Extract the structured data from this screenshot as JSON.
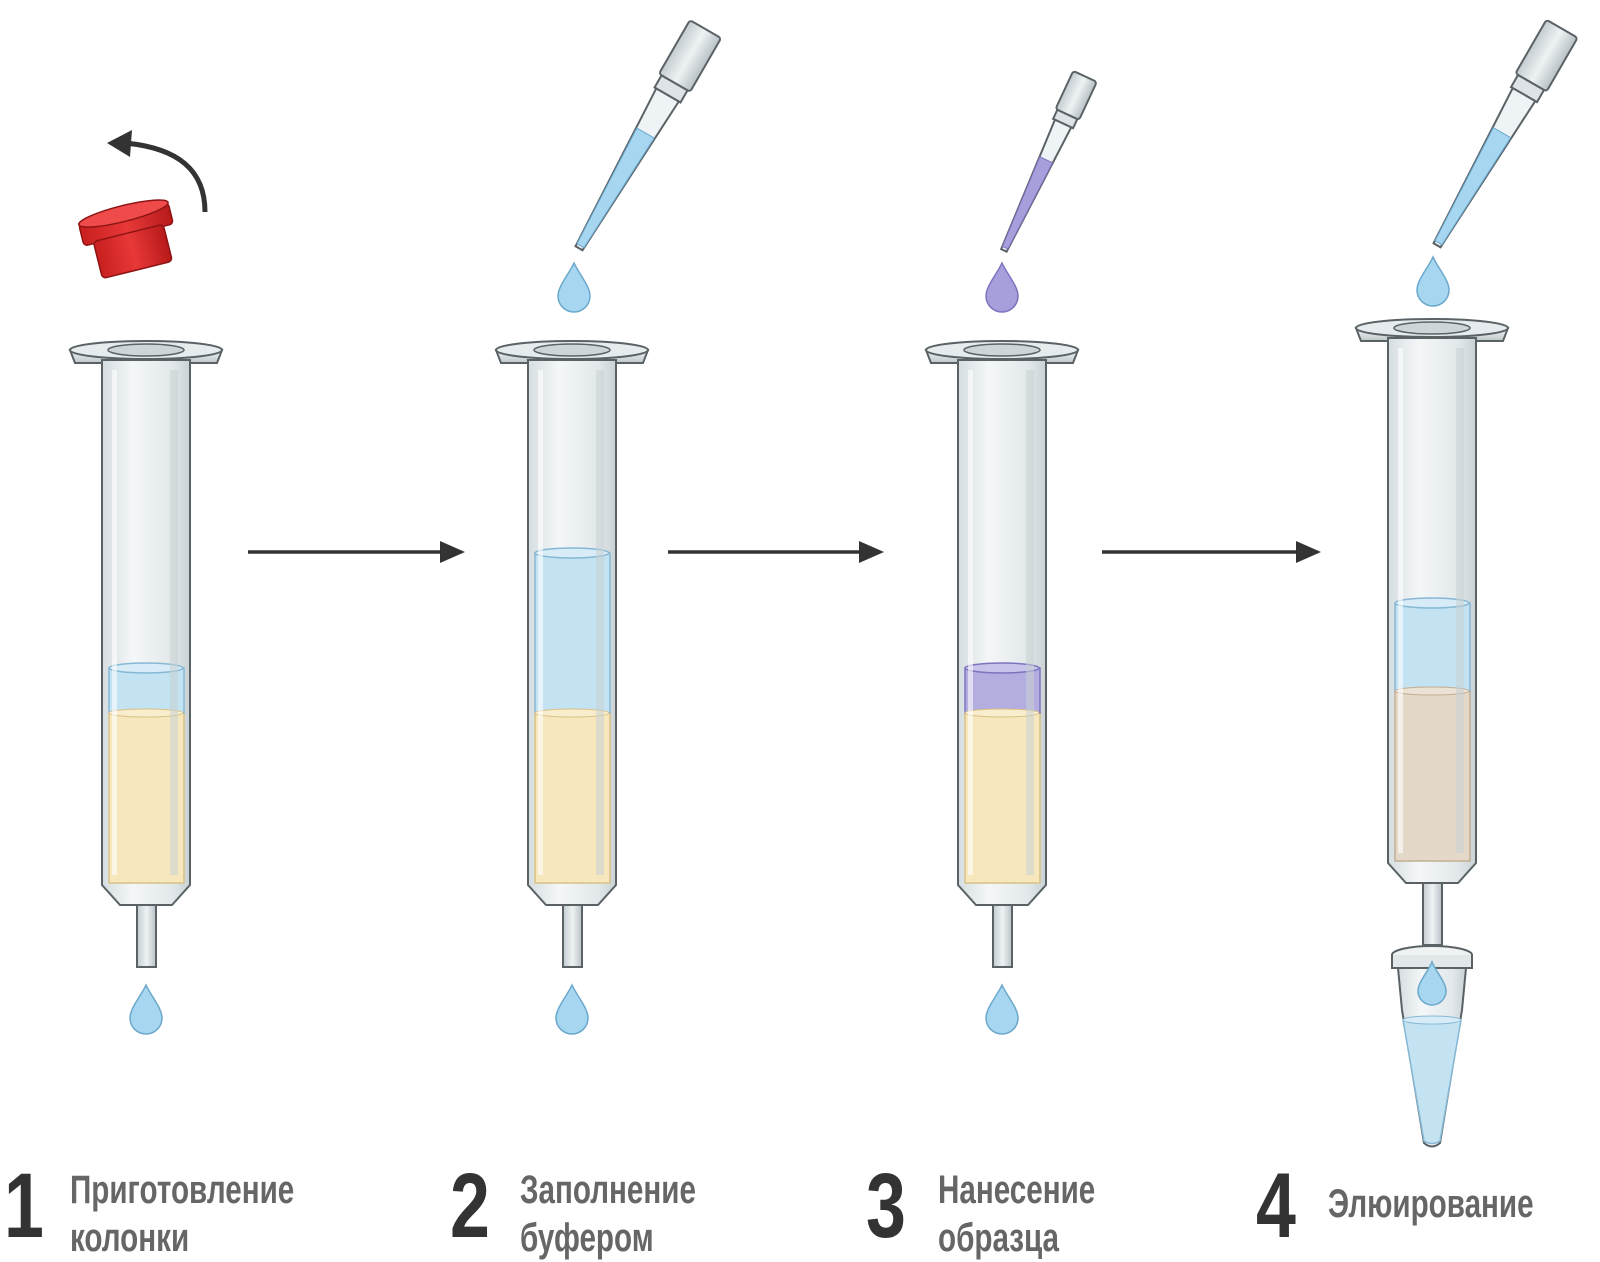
{
  "steps": [
    {
      "number": "1",
      "lines": [
        "Приготовление",
        "колонки"
      ]
    },
    {
      "number": "2",
      "lines": [
        "Заполнение",
        "буфером"
      ]
    },
    {
      "number": "3",
      "lines": [
        "Нанесение",
        "образца"
      ]
    },
    {
      "number": "4",
      "lines": [
        "Элюирование",
        ""
      ]
    }
  ],
  "colors": {
    "resin": "#f6e7bd",
    "resin_eluted": "#e4d8c8",
    "buffer": "#c3e2f2",
    "sample": "#b3ade0",
    "drop_blue": "#a6d6f0",
    "drop_purple": "#a79fdc",
    "cap": "#dd2a2a",
    "arrow": "#333333",
    "glass": "#e8eef0",
    "glass_edge": "#5a6266"
  }
}
